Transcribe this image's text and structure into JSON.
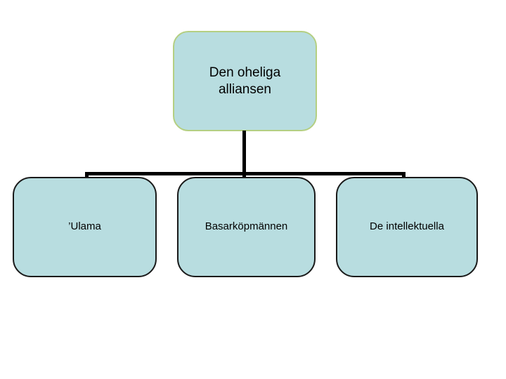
{
  "diagram": {
    "title": "Den oheliga alliansen",
    "type": "org-chart",
    "colors": {
      "node_fill": "#b8dde0",
      "root_border": "#b4cf82",
      "child_border": "#1a1a1a",
      "connector": "#000000",
      "text": "#000000",
      "background": "#ffffff"
    },
    "root": {
      "label": "Den oheliga\nalliansen"
    },
    "children": [
      {
        "label": "’Ulama"
      },
      {
        "label": "Basarköpmännen"
      },
      {
        "label": "De intellektuella"
      }
    ]
  }
}
